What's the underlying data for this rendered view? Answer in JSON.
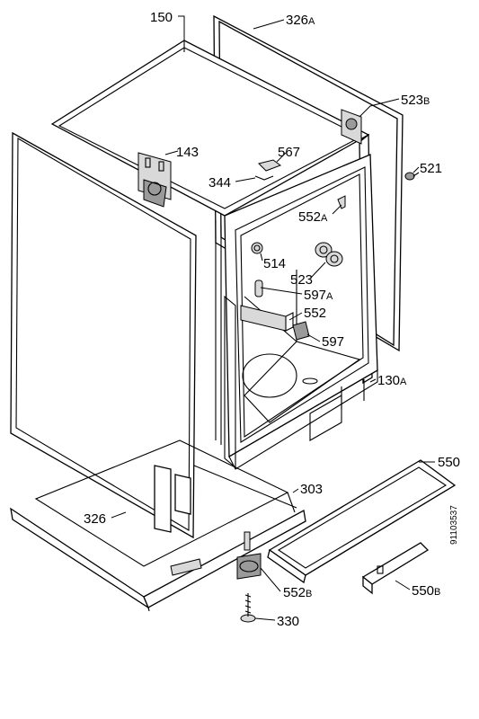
{
  "labels": {
    "l150": {
      "num": "150",
      "suf": ""
    },
    "l326a": {
      "num": "326",
      "suf": "A"
    },
    "l523b": {
      "num": "523",
      "suf": "B"
    },
    "l143": {
      "num": "143",
      "suf": ""
    },
    "l567": {
      "num": "567",
      "suf": ""
    },
    "l344": {
      "num": "344",
      "suf": ""
    },
    "l521": {
      "num": "521",
      "suf": ""
    },
    "l552a": {
      "num": "552",
      "suf": "A"
    },
    "l514": {
      "num": "514",
      "suf": ""
    },
    "l523": {
      "num": "523",
      "suf": ""
    },
    "l597a": {
      "num": "597",
      "suf": "A"
    },
    "l552": {
      "num": "552",
      "suf": ""
    },
    "l597": {
      "num": "597",
      "suf": ""
    },
    "l130a": {
      "num": "130",
      "suf": "A"
    },
    "l550": {
      "num": "550",
      "suf": ""
    },
    "l303": {
      "num": "303",
      "suf": ""
    },
    "l326": {
      "num": "326",
      "suf": ""
    },
    "l552b": {
      "num": "552",
      "suf": "B"
    },
    "l330": {
      "num": "330",
      "suf": ""
    },
    "l550b": {
      "num": "550",
      "suf": "B"
    }
  },
  "drawing_code": "91103537"
}
